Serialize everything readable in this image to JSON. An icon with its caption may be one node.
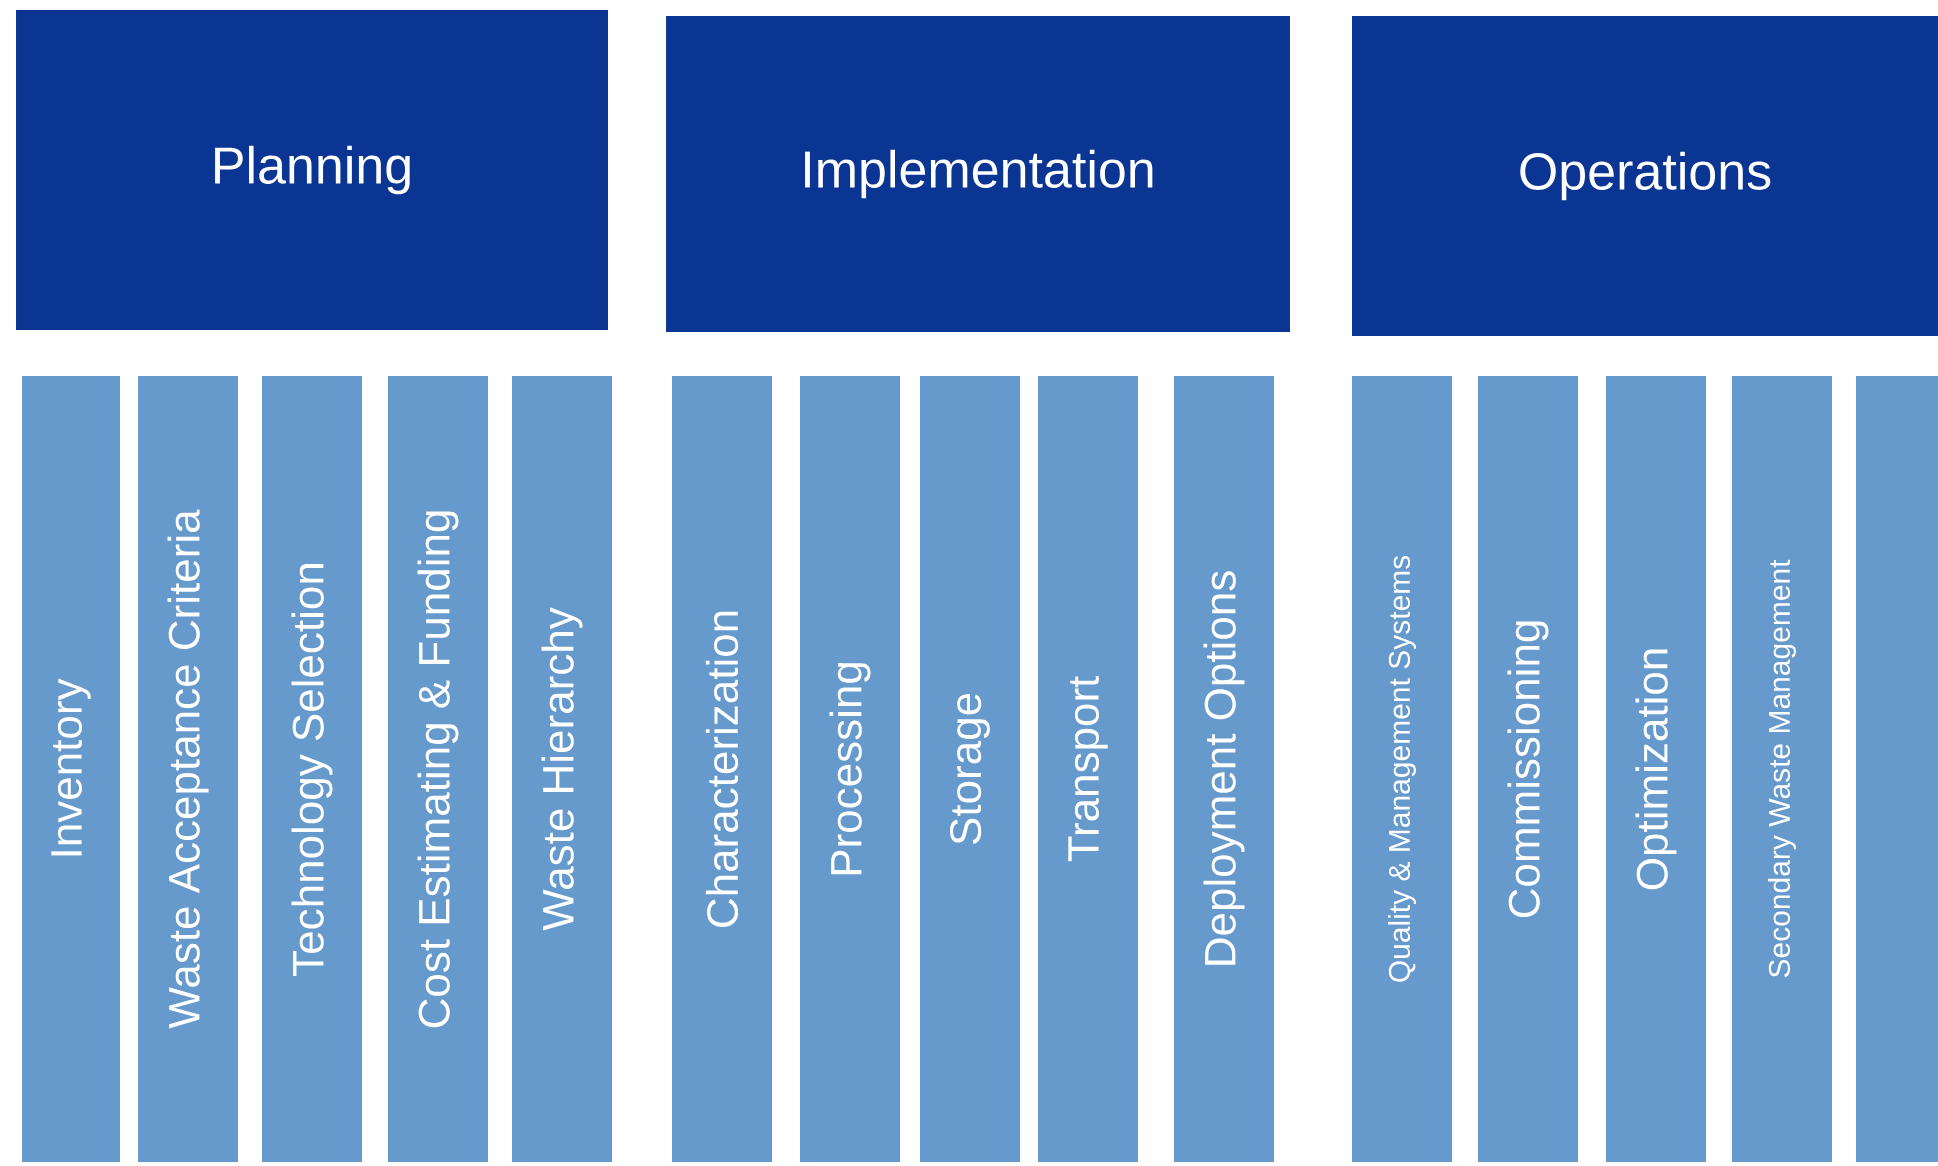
{
  "diagram": {
    "nodes": [
      {
        "text": [
          "Planning"
        ]
      },
      {
        "text": [
          "Implementation"
        ]
      },
      {
        "text": [
          "Operations"
        ]
      },
      {
        "text": [
          "Inventory"
        ]
      },
      {
        "text": [
          "Waste Acceptance Criteria"
        ]
      },
      {
        "text": [
          "Technology Selection"
        ]
      },
      {
        "text": [
          "Cost Estimating & Funding"
        ]
      },
      {
        "text": [
          "Waste Hierarchy"
        ]
      },
      {
        "text": [
          "Characterization"
        ]
      },
      {
        "text": [
          "Processing"
        ]
      },
      {
        "text": [
          "Storage"
        ]
      },
      {
        "text": [
          "Transport"
        ]
      },
      {
        "text": [
          "Deployment Options"
        ]
      },
      {
        "text": [
          "Quality & Management Systems"
        ]
      },
      {
        "text": [
          "Commissioning"
        ]
      },
      {
        "text": [
          "Optimization"
        ]
      },
      {
        "text": [
          "Secondary Waste Management"
        ]
      },
      {
        "text": [],
        "shape": "bar"
      }
    ]
  }
}
